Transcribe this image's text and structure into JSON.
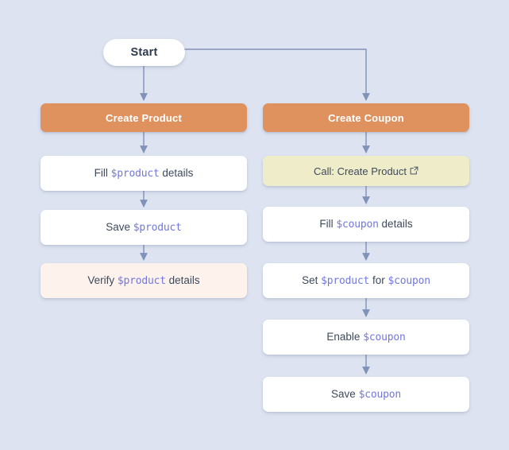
{
  "diagram": {
    "type": "flowchart",
    "title": "Create Product / Create Coupon test flow",
    "background_color": "#dde3f0",
    "connector_color": "#8092b8",
    "accent_color": "#e0925e",
    "variable_color": "#7277dd",
    "text_color": "#3d4a5c"
  },
  "start": {
    "label": "Start"
  },
  "columns": [
    {
      "id": "create-product",
      "header": {
        "label": "Create Product",
        "color": "#e0925e"
      },
      "steps": [
        {
          "id": "fill-product-details",
          "kind": "action",
          "background": "#ffffff",
          "parts": [
            {
              "text": "Fill ",
              "type": "text"
            },
            {
              "text": "$product",
              "type": "variable"
            },
            {
              "text": " details",
              "type": "text"
            }
          ],
          "plain": "Fill $product details"
        },
        {
          "id": "save-product",
          "kind": "action",
          "background": "#ffffff",
          "parts": [
            {
              "text": "Save ",
              "type": "text"
            },
            {
              "text": "$product",
              "type": "variable"
            }
          ],
          "plain": "Save $product"
        },
        {
          "id": "verify-product-details",
          "kind": "verify",
          "background": "#fdf2ec",
          "parts": [
            {
              "text": "Verify ",
              "type": "text"
            },
            {
              "text": "$product",
              "type": "variable"
            },
            {
              "text": " details",
              "type": "text"
            }
          ],
          "plain": "Verify $product details"
        }
      ]
    },
    {
      "id": "create-coupon",
      "header": {
        "label": "Create Coupon",
        "color": "#e0925e"
      },
      "steps": [
        {
          "id": "call-create-product",
          "kind": "call",
          "background": "#efedc9",
          "icon": "external-link-icon",
          "parts": [
            {
              "text": "Call: Create Product",
              "type": "text"
            }
          ],
          "plain": "Call: Create Product"
        },
        {
          "id": "fill-coupon-details",
          "kind": "action",
          "background": "#ffffff",
          "parts": [
            {
              "text": "Fill ",
              "type": "text"
            },
            {
              "text": "$coupon",
              "type": "variable"
            },
            {
              "text": " details",
              "type": "text"
            }
          ],
          "plain": "Fill $coupon details"
        },
        {
          "id": "set-product-for-coupon",
          "kind": "action",
          "background": "#ffffff",
          "parts": [
            {
              "text": "Set ",
              "type": "text"
            },
            {
              "text": "$product",
              "type": "variable"
            },
            {
              "text": " for ",
              "type": "text"
            },
            {
              "text": "$coupon",
              "type": "variable"
            }
          ],
          "plain": "Set $product for $coupon"
        },
        {
          "id": "enable-coupon",
          "kind": "action",
          "background": "#ffffff",
          "parts": [
            {
              "text": "Enable ",
              "type": "text"
            },
            {
              "text": "$coupon",
              "type": "variable"
            }
          ],
          "plain": "Enable $coupon"
        },
        {
          "id": "save-coupon",
          "kind": "action",
          "background": "#ffffff",
          "parts": [
            {
              "text": "Save ",
              "type": "text"
            },
            {
              "text": "$coupon",
              "type": "variable"
            }
          ],
          "plain": "Save $coupon"
        }
      ]
    }
  ]
}
